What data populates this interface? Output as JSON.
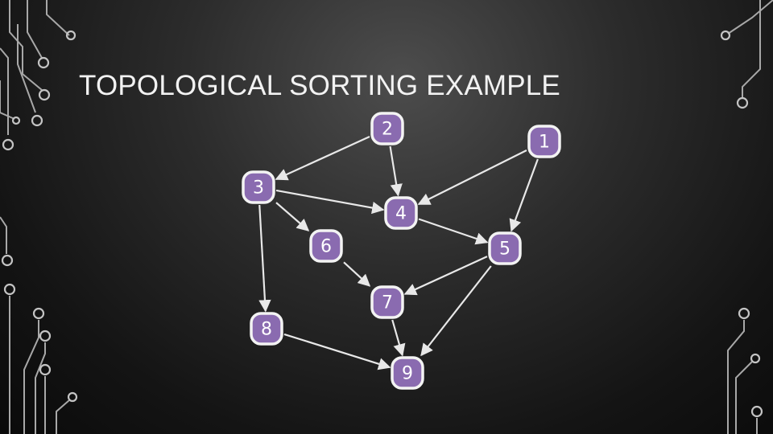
{
  "slide": {
    "title": "TOPOLOGICAL SORTING EXAMPLE"
  },
  "colors": {
    "node_fill": "#8a6bb0",
    "node_border": "#f3f3f3",
    "edge": "#e8e8e8",
    "title_text": "#f2f2f2"
  },
  "graph": {
    "nodes": [
      {
        "id": "n1",
        "label": "1"
      },
      {
        "id": "n2",
        "label": "2"
      },
      {
        "id": "n3",
        "label": "3"
      },
      {
        "id": "n4",
        "label": "4"
      },
      {
        "id": "n5",
        "label": "5"
      },
      {
        "id": "n6",
        "label": "6"
      },
      {
        "id": "n7",
        "label": "7"
      },
      {
        "id": "n8",
        "label": "8"
      },
      {
        "id": "n9",
        "label": "9"
      }
    ],
    "edges": [
      {
        "from": "n2",
        "to": "n3"
      },
      {
        "from": "n2",
        "to": "n4"
      },
      {
        "from": "n1",
        "to": "n4"
      },
      {
        "from": "n1",
        "to": "n5"
      },
      {
        "from": "n3",
        "to": "n4"
      },
      {
        "from": "n3",
        "to": "n6"
      },
      {
        "from": "n3",
        "to": "n8"
      },
      {
        "from": "n4",
        "to": "n5"
      },
      {
        "from": "n6",
        "to": "n7"
      },
      {
        "from": "n5",
        "to": "n7"
      },
      {
        "from": "n5",
        "to": "n9"
      },
      {
        "from": "n7",
        "to": "n9"
      },
      {
        "from": "n8",
        "to": "n9"
      }
    ]
  }
}
